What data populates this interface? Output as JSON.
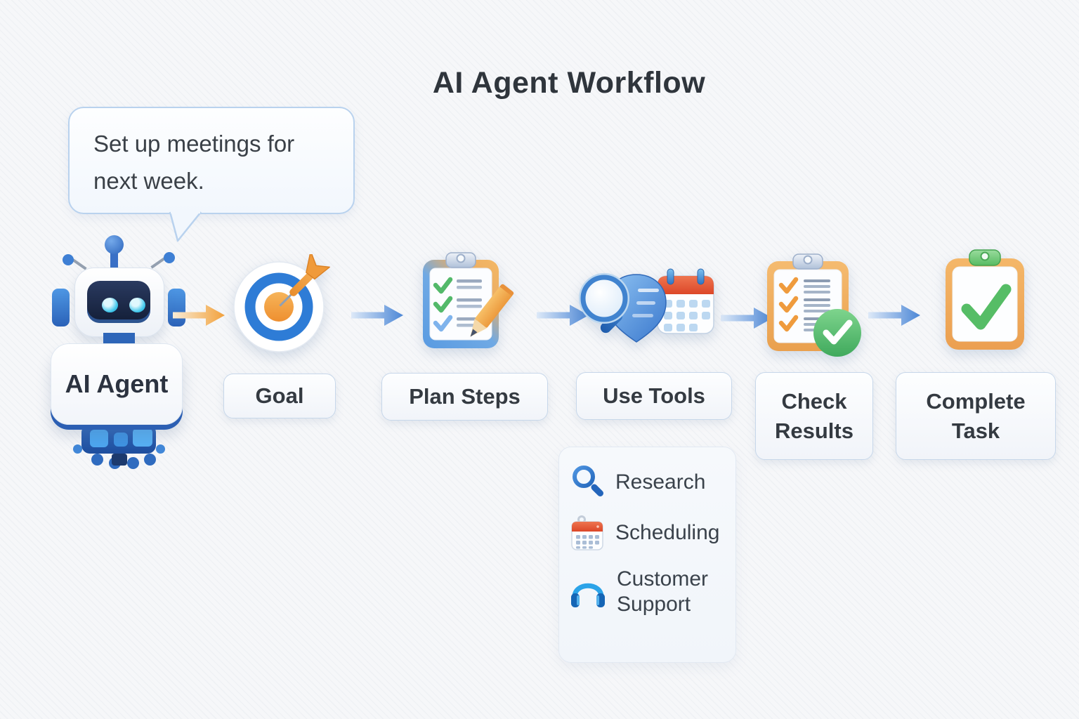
{
  "title": "AI Agent Workflow",
  "speech_bubble": {
    "text": "Set up meetings for next week."
  },
  "agent": {
    "label": "AI Agent",
    "icon": "robot-icon"
  },
  "steps": [
    {
      "id": "goal",
      "label": "Goal",
      "icon": "target-dart-icon"
    },
    {
      "id": "plan-steps",
      "label": "Plan Steps",
      "icon": "clipboard-checklist-pencil-icon"
    },
    {
      "id": "use-tools",
      "label": "Use Tools",
      "icon": "magnifier-shield-calendar-icon"
    },
    {
      "id": "check-results",
      "label": "Check Results",
      "icon": "clipboard-verified-icon"
    },
    {
      "id": "complete-task",
      "label": "Complete Task",
      "icon": "clipboard-big-check-icon"
    }
  ],
  "tools_panel": {
    "items": [
      {
        "label": "Research",
        "icon": "search-icon"
      },
      {
        "label": "Scheduling",
        "icon": "calendar-icon"
      },
      {
        "label": "Customer Support",
        "icon": "headset-icon"
      }
    ]
  },
  "colors": {
    "accent_blue": "#4c87d6",
    "accent_orange": "#f2a13c",
    "success_green": "#4fb863",
    "title_text": "#2f353c"
  }
}
